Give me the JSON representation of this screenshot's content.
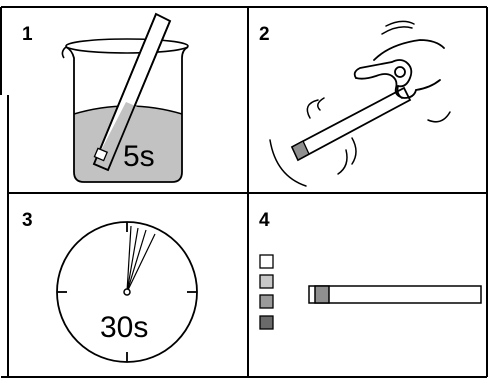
{
  "panels": [
    {
      "number": "1",
      "label": "5s"
    },
    {
      "number": "2"
    },
    {
      "number": "3",
      "label": "30s"
    },
    {
      "number": "4"
    }
  ],
  "colors": {
    "liquid": "#c2c2c2",
    "strip_pad": "#8f8f8f",
    "swatches": [
      "#ffffff",
      "#c8c8c8",
      "#9a9a9a",
      "#6a6a6a"
    ]
  },
  "icons": [
    "beaker-icon",
    "test-strip-icon",
    "hand-icon",
    "timer-icon",
    "color-chart-icon"
  ]
}
